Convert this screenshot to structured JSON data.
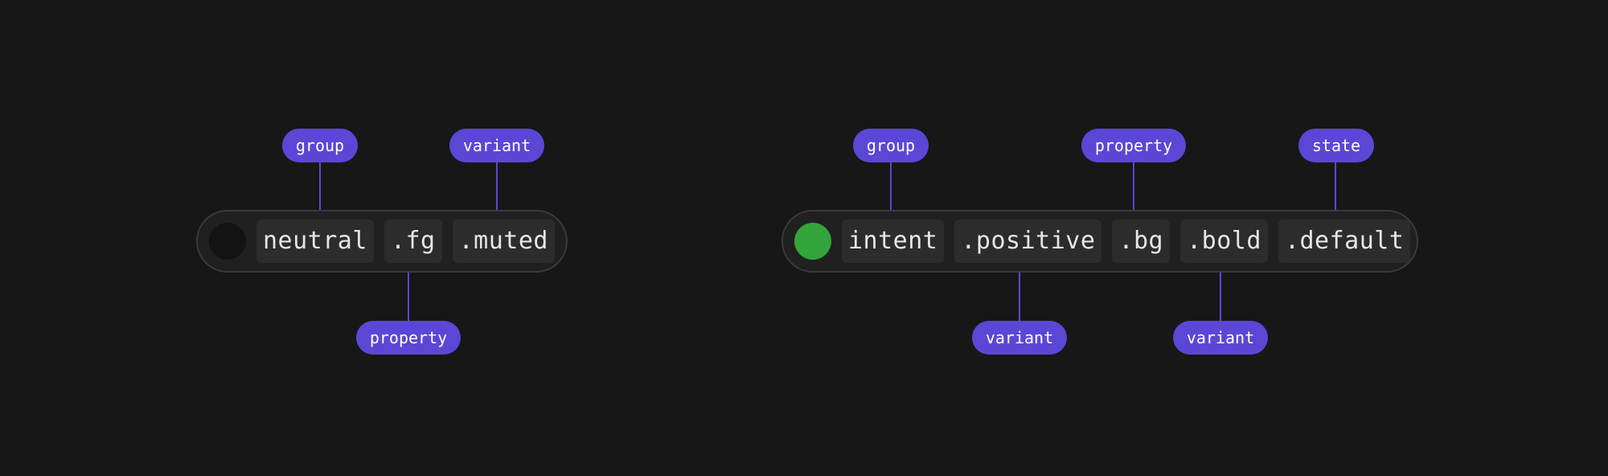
{
  "colors": {
    "background": "#171717",
    "token_container": "#202020",
    "token_container_border": "#3a3a3a",
    "segment_background": "#2c2c2c",
    "segment_text": "#e6e6e6",
    "label_background": "#5b47d6",
    "label_text": "#ffffff"
  },
  "tokens": [
    {
      "swatch_color": "#131313",
      "segments": [
        "neutral",
        ".fg",
        ".muted"
      ],
      "labels": [
        "group",
        "variant",
        "property"
      ]
    },
    {
      "swatch_color": "#33a53a",
      "segments": [
        "intent",
        ".positive",
        ".bg",
        ".bold",
        ".default"
      ],
      "labels": [
        "group",
        "property",
        "state",
        "variant",
        "variant"
      ]
    }
  ]
}
